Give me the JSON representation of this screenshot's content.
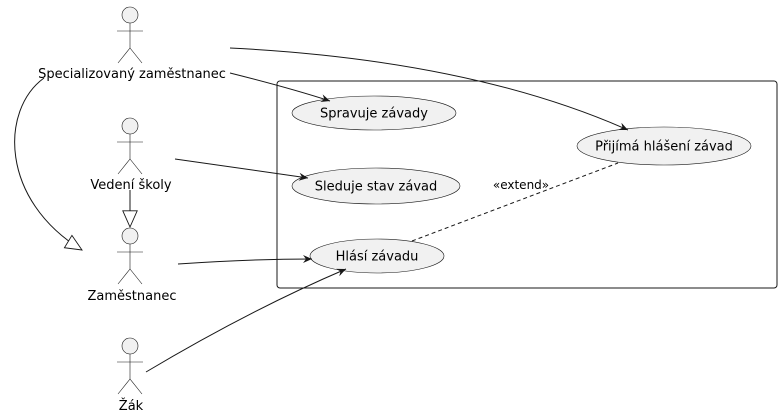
{
  "actors": {
    "specialist": "Specializovaný zaměstnanec",
    "management": "Vedení školy",
    "employee": "Zaměstnanec",
    "student": "Žák"
  },
  "usecases": {
    "manages": "Spravuje závady",
    "receives": "Přijímá hlášení závad",
    "tracks": "Sleduje stav závad",
    "reports": "Hlásí závadu"
  },
  "relations": {
    "extend_label": "«extend»"
  },
  "colors": {
    "usecase_fill": "#f1f1f1",
    "stroke": "#181818",
    "background": "#ffffff"
  }
}
